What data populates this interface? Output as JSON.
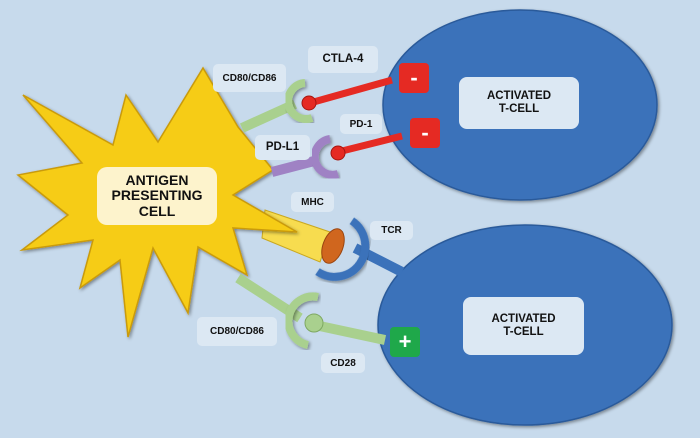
{
  "diagram": {
    "title": "T-cell co-stimulation and checkpoint inhibition",
    "colors": {
      "background": "#c7daec",
      "apc": "#f6cc12",
      "t_cell": "#3b72ba",
      "inhibitory_sign": "#e52a23",
      "stimulatory_sign": "#1fa84a",
      "cd80_cd86": "#a9d08e",
      "pd_l1": "#9f82c4",
      "ctla4_pd1": "#e52a23",
      "mhc": "#f7dc4f",
      "tcr": "#3b72ba"
    },
    "nodes": {
      "apc": {
        "label": "ANTIGEN\nPRESENTING\nCELL"
      },
      "t_cell_top": {
        "label": "ACTIVATED\nT-CELL"
      },
      "t_cell_bottom": {
        "label": "ACTIVATED\nT-CELL"
      }
    },
    "labels": {
      "cd80_cd86_top": "CD80/CD86",
      "ctla4": "CTLA-4",
      "pd_l1": "PD-L1",
      "pd1": "PD-1",
      "mhc": "MHC",
      "tcr": "TCR",
      "cd80_cd86_bottom": "CD80/CD86",
      "cd28": "CD28"
    },
    "signals": {
      "ctla4_sign": "-",
      "pd1_sign": "-",
      "cd28_sign": "+"
    },
    "edges": [
      {
        "from": "CD80/CD86",
        "to": "CTLA-4",
        "effect": "inhibitory"
      },
      {
        "from": "PD-L1",
        "to": "PD-1",
        "effect": "inhibitory"
      },
      {
        "from": "MHC",
        "to": "TCR",
        "effect": "antigen presentation"
      },
      {
        "from": "CD80/CD86",
        "to": "CD28",
        "effect": "stimulatory"
      }
    ]
  }
}
